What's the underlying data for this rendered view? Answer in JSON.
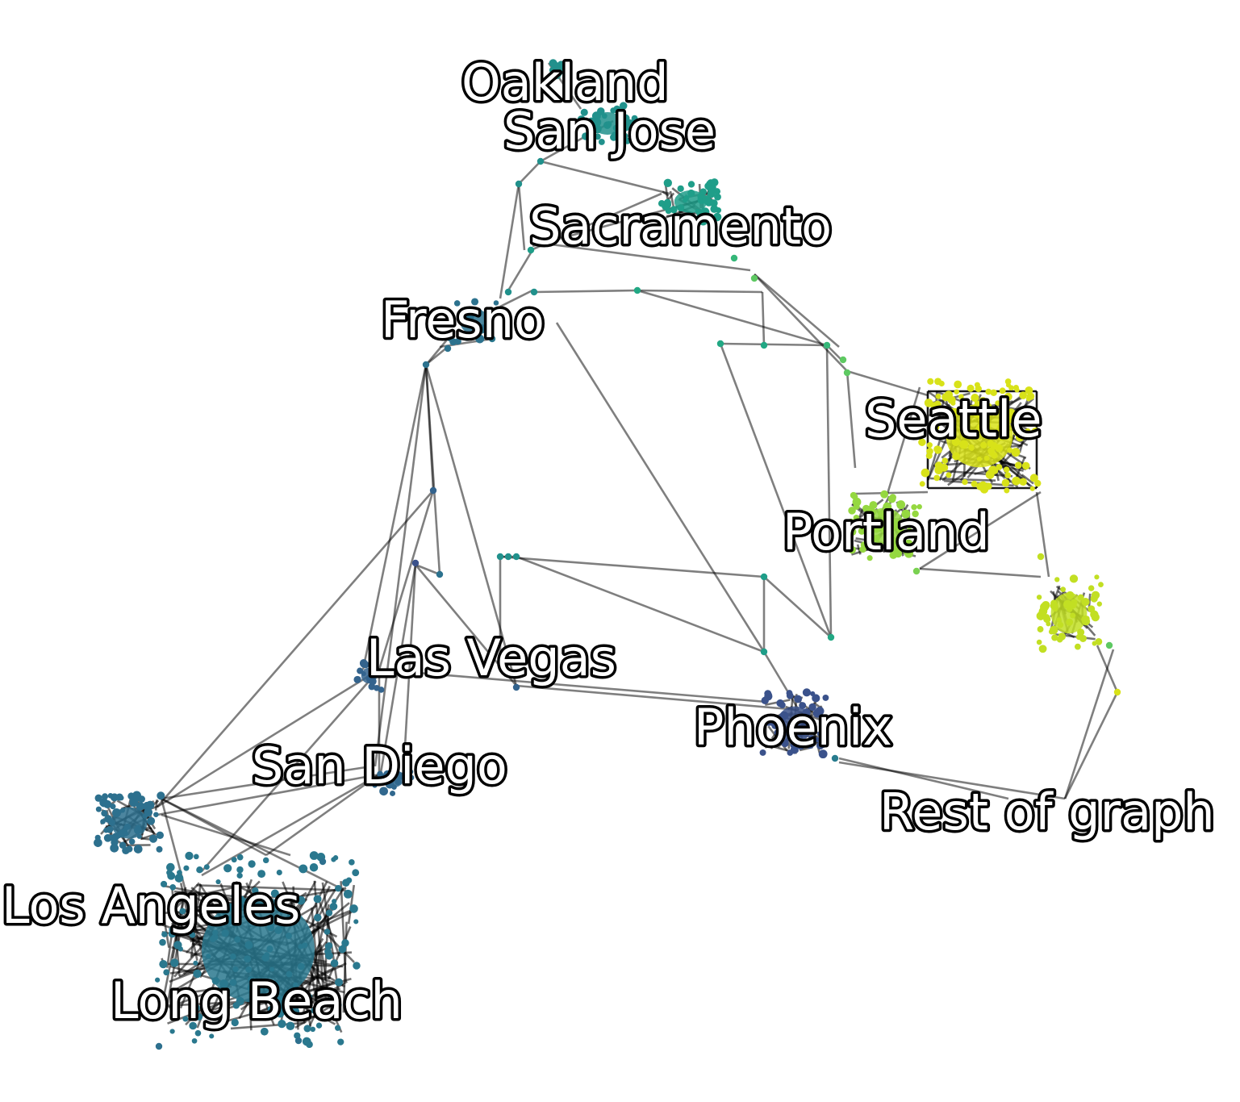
{
  "diagram": {
    "type": "network-graph",
    "colormap": "viridis",
    "edge_color": "#000000",
    "clusters": [
      {
        "id": "oakland",
        "label": "Oakland",
        "color": "#22908c"
      },
      {
        "id": "san-jose",
        "label": "San Jose",
        "color": "#21918c"
      },
      {
        "id": "sacramento",
        "label": "Sacramento",
        "color": "#1f9e89"
      },
      {
        "id": "fresno",
        "label": "Fresno",
        "color": "#2c728e"
      },
      {
        "id": "seattle",
        "label": "Seattle",
        "color": "#d8e219"
      },
      {
        "id": "portland",
        "label": "Portland",
        "color": "#95d840"
      },
      {
        "id": "las-vegas",
        "label": "Las Vegas",
        "color": "#33638d"
      },
      {
        "id": "phoenix",
        "label": "Phoenix",
        "color": "#3b528b"
      },
      {
        "id": "san-diego",
        "label": "San Diego",
        "color": "#31688e"
      },
      {
        "id": "rest-of-graph",
        "label": "Rest of graph",
        "color": "#c2df23"
      },
      {
        "id": "los-angeles",
        "label": "Los Angeles",
        "color": "#2d708e"
      },
      {
        "id": "long-beach",
        "label": "Long Beach",
        "color": "#2a788e"
      }
    ]
  }
}
